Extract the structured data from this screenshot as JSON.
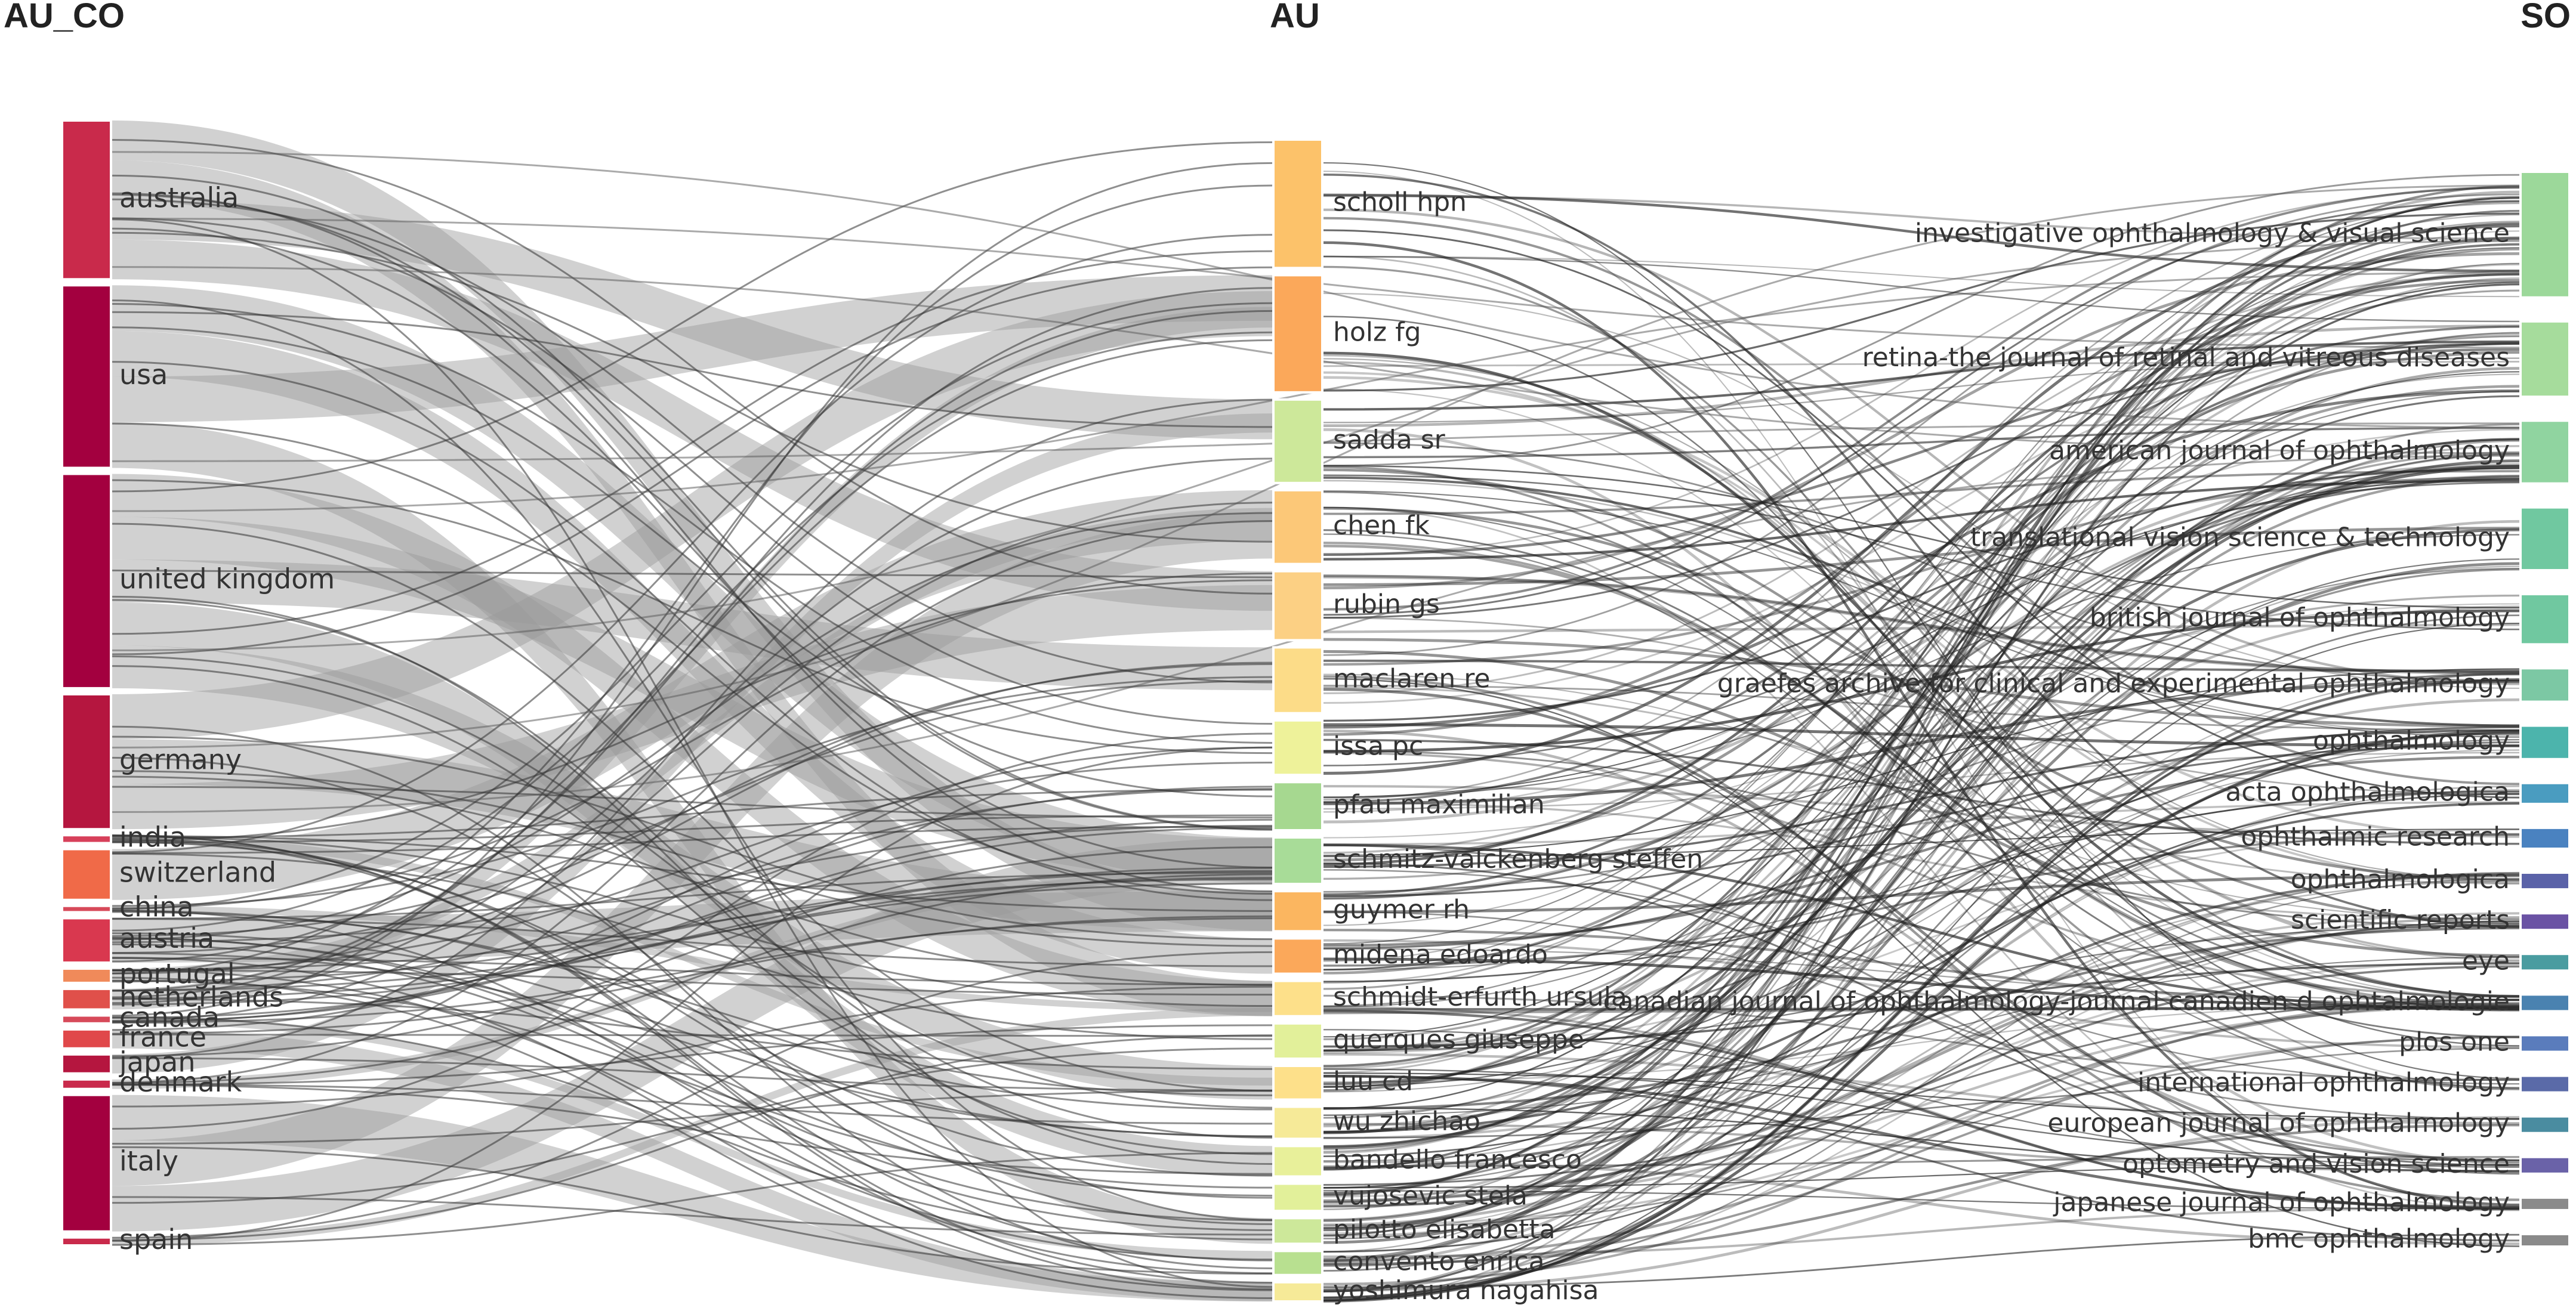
{
  "headers": {
    "left": "AU_CO",
    "middle": "AU",
    "right": "SO"
  },
  "countries": [
    {
      "name": "australia",
      "weight": 10,
      "color": "#c92a4b"
    },
    {
      "name": "usa",
      "weight": 11.5,
      "color": "#a3003f"
    },
    {
      "name": "united kingdom",
      "weight": 13.5,
      "color": "#a3003f"
    },
    {
      "name": "germany",
      "weight": 8.5,
      "color": "#b5163f"
    },
    {
      "name": "india",
      "weight": 0.5,
      "color": "#d7405a"
    },
    {
      "name": "switzerland",
      "weight": 3.2,
      "color": "#f06a48"
    },
    {
      "name": "china",
      "weight": 0.4,
      "color": "#d74a5a"
    },
    {
      "name": "austria",
      "weight": 2.8,
      "color": "#d9384f"
    },
    {
      "name": "portugal",
      "weight": 0.9,
      "color": "#f08a5a"
    },
    {
      "name": "netherlands",
      "weight": 1.3,
      "color": "#e0504a"
    },
    {
      "name": "canada",
      "weight": 0.5,
      "color": "#d74a5a"
    },
    {
      "name": "france",
      "weight": 1.2,
      "color": "#e0484a"
    },
    {
      "name": "japan",
      "weight": 1.2,
      "color": "#b5163f"
    },
    {
      "name": "denmark",
      "weight": 0.6,
      "color": "#c92a4b"
    },
    {
      "name": "italy",
      "weight": 8.6,
      "color": "#a3003f"
    },
    {
      "name": "spain",
      "weight": 0.5,
      "color": "#c92a4b"
    }
  ],
  "authors": [
    {
      "name": "scholl hpn",
      "weight": 8,
      "color": "#fcc26a"
    },
    {
      "name": "holz fg",
      "weight": 7.3,
      "color": "#fba85a"
    },
    {
      "name": "sadda sr",
      "weight": 5.2,
      "color": "#cde89a"
    },
    {
      "name": "chen fk",
      "weight": 4.6,
      "color": "#fcc878"
    },
    {
      "name": "rubin gs",
      "weight": 4.3,
      "color": "#fcd084"
    },
    {
      "name": "maclaren re",
      "weight": 4.1,
      "color": "#fcdc88"
    },
    {
      "name": "issa pc",
      "weight": 3.4,
      "color": "#eef29a"
    },
    {
      "name": "pfau maximilian",
      "weight": 3,
      "color": "#a6d890"
    },
    {
      "name": "schmitz-valckenberg steffen",
      "weight": 2.9,
      "color": "#a8dc98"
    },
    {
      "name": "guymer rh",
      "weight": 2.5,
      "color": "#fbb660"
    },
    {
      "name": "midena edoardo",
      "weight": 2.2,
      "color": "#fba85a"
    },
    {
      "name": "schmidt-erfurth ursula",
      "weight": 2.2,
      "color": "#fde08a"
    },
    {
      "name": "querques giuseppe",
      "weight": 2.2,
      "color": "#e2f09a"
    },
    {
      "name": "luu cd",
      "weight": 2.1,
      "color": "#fde08a"
    },
    {
      "name": "wu zhichao",
      "weight": 2,
      "color": "#f6ea98"
    },
    {
      "name": "bandello francesco",
      "weight": 1.9,
      "color": "#e8f09a"
    },
    {
      "name": "vujosevic stela",
      "weight": 1.7,
      "color": "#e2f09a"
    },
    {
      "name": "pilotto elisabetta",
      "weight": 1.6,
      "color": "#cde89a"
    },
    {
      "name": "convento enrica",
      "weight": 1.5,
      "color": "#b8e090"
    },
    {
      "name": "yoshimura nagahisa",
      "weight": 1.2,
      "color": "#f6ea98"
    }
  ],
  "sources": [
    {
      "name": "investigative ophthalmology & visual science",
      "weight": 3,
      "color": "#9cd89a"
    },
    {
      "name": "retina-the journal of retinal and vitreous diseases",
      "weight": 1.8,
      "color": "#a6dc9c"
    },
    {
      "name": "american journal of ophthalmology",
      "weight": 1.5,
      "color": "#90d4a0"
    },
    {
      "name": "translational vision science & technology",
      "weight": 1.5,
      "color": "#70c8a0"
    },
    {
      "name": "british journal of ophthalmology",
      "weight": 1.2,
      "color": "#70c8a0"
    },
    {
      "name": "graefes archive for clinical and experimental ophthalmology",
      "weight": 0.8,
      "color": "#7cc8a4"
    },
    {
      "name": "ophthalmology",
      "weight": 0.8,
      "color": "#4cb4ac"
    },
    {
      "name": "acta ophthalmologica",
      "weight": 0.5,
      "color": "#4a9cc0"
    },
    {
      "name": "ophthalmic research",
      "weight": 0.5,
      "color": "#4a82c0"
    },
    {
      "name": "ophthalmologica",
      "weight": 0.4,
      "color": "#5a62a8"
    },
    {
      "name": "scientific reports",
      "weight": 0.4,
      "color": "#6a52a4"
    },
    {
      "name": "eye",
      "weight": 0.4,
      "color": "#4a9ca0"
    },
    {
      "name": "canadian journal of ophthalmology-journal canadien d ophtalmologie",
      "weight": 0.4,
      "color": "#4a82b0"
    },
    {
      "name": "plos one",
      "weight": 0.4,
      "color": "#5a7cbc"
    },
    {
      "name": "international ophthalmology",
      "weight": 0.4,
      "color": "#5a6aa8"
    },
    {
      "name": "european journal of ophthalmology",
      "weight": 0.4,
      "color": "#4a8ca0"
    },
    {
      "name": "optometry and vision science",
      "weight": 0.4,
      "color": "#6a62a8"
    },
    {
      "name": "japanese journal of ophthalmology",
      "weight": 0.3,
      "color": "#8a8a8a"
    },
    {
      "name": "bmc ophthalmology",
      "weight": 0.3,
      "color": "#8a8a8a"
    }
  ]
}
